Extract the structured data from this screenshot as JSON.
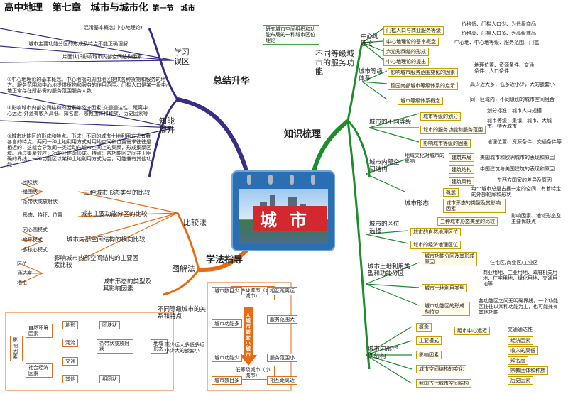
{
  "title": {
    "main": "高中地理　第七章　城市与城市化",
    "section": "第一节　城市"
  },
  "center": {
    "label": "城市"
  },
  "branches": {
    "summary": "总结升华",
    "knowledge": "知识梳理",
    "method": "学法指导"
  },
  "summary": {
    "misconceptions_label": "学习误区",
    "misconceptions": [
      "混淆基本概念(中心地理论)",
      "城市主要功能分区的形成及特点不能正确理解",
      "片面认识影响城市内部空间结构因素"
    ],
    "ability_label": "知能提升",
    "ability": [
      "①中心地理论的基本概念。中心地指向周围地区提供各种货物和服务的地方。服务范围和中心地提供货物和服务的作用范围。门槛人口是某一级中心地正常存在所必需的服务范围服务人数",
      "②影响城市内部空间结构的因素除经济因素(交通通达性、距离中心远近)外还有收入高低、知名度、宗教团体和种族、历史因素等",
      "③城市功能区的形成和特点。形成：不同的城市土地利用方式有着各自的特点。两同一种土地利用方式对用地空间和位置需求往往是相近的，这就会导致同一类活动在城市空间上的集聚，形成集聚区域。通过集聚效应，功能区逐渐形成。特点：各功能区之间并无明确的界线；一种功能区以某种土地利用方式为主，可能兼有其他功能"
    ]
  },
  "compare": {
    "label": "比较法",
    "shapes_title": "三种城市形态类型的比较",
    "shapes": [
      "团块状",
      "组团状",
      "条带状或放射状"
    ],
    "function_title": "城市主要功能分区的比较",
    "function_items": "形态、特征、位置",
    "structure_title": "城市内部空间结构的横向比较",
    "structure_items": [
      "同心圆模式",
      "扇形模式",
      "多核心模式"
    ],
    "factors_title": "影响城市内部空间结构的主要因素比较",
    "factors_items": [
      "区位",
      "通达度",
      "地租"
    ]
  },
  "graph": {
    "label": "图解法",
    "shape_title": "城市形态的类型及其影响因素",
    "relation_title": "不同等级城市的关系和特点",
    "influence_label": "影响因素",
    "nature_label": "自然环境因素",
    "social_label": "社会经济因素",
    "nature_items": [
      "地形",
      "河流"
    ],
    "social_items": [
      "交通",
      "其他"
    ],
    "form_label": "地域形态",
    "form_items": [
      "团块状",
      "条带状或放射状",
      "组团状"
    ],
    "high_city": "高等级城市（大城市）",
    "low_city": "低等级城市（小城市）",
    "arrow_text": "大城市嵌套小城市",
    "high_left": [
      "城市数目少",
      "城市功能多"
    ],
    "high_right": [
      "相互距离远",
      "服务范围大"
    ],
    "low_left": [
      "城市功能少",
      "城市数目多"
    ],
    "low_right": [
      "服务范围小",
      "相互距离近"
    ],
    "note": "高少远大多低多近小少大的嵌套小"
  },
  "knowledge": {
    "service_title": "不同等级城市的服务功能",
    "central_place": "中心地理论",
    "central_note": "研究城市空间组织和功能布局的一种城市区位理论",
    "central_items": [
      "门槛人口与商业服务等级",
      "中心地理论的基本概念",
      "六边形网络的形成",
      "中心地理论的提出"
    ],
    "threshold_notes": [
      "价格低、门槛人口少、为低级商品",
      "价格高、门槛人口多、为高级商品"
    ],
    "concept_note": "中心地、中心地等级、服务范围、门槛",
    "hierarchy": "城市等级体系",
    "hierarchy_items": [
      "影响城市服务范围变化的因素",
      "德国南部城市等级体系的启示",
      "城市等级体系概念"
    ],
    "hierarchy_notes": [
      "地理位置、资源条件、交通条件、人口条件",
      "高少近大多，低多近小少，大的嵌套小",
      "同一区域内，不同级别的城市空间组合"
    ],
    "diff_title": "城市的不同等级",
    "diff_items": [
      "城市等级的划分",
      "城市的服务功能和服务范围",
      "影响城市等级的因素"
    ],
    "diff_notes": [
      "划分标准：城市人口规模",
      "城市等级：集镇、城市、大城市、特大城市",
      "地理位置、资源条件、交通条件等"
    ],
    "inner_title": "城市内部空间结构",
    "culture": "地域文化对城市的影响",
    "culture_items": [
      "建筑布局",
      "建筑结构",
      "建筑风格"
    ],
    "culture_notes": [
      "美国城市和欧洲城市的表现和原因",
      "中国建筑与美国建筑的表现和原因",
      "东西方国家的差异及原因"
    ],
    "shape_title": "城市形态",
    "shape_items": [
      "概念",
      "城市形态的类型及其影响因素",
      "三种城市形态类型的比较"
    ],
    "shape_notes": [
      "每个城市总是占据一定的空间，有着特定的外部轮廓和形状",
      "影响因素、地域形态及主要优缺点"
    ],
    "location": "城市的区位选择",
    "location_items": [
      "城市的自然地理区位",
      "城市的经济地理区位"
    ],
    "landuse": "城市土地利用类型和功能分区",
    "landuse_items": [
      "城市功能分区及其形成原因",
      "城市土地利用类型",
      "城市功能区的形成和特点"
    ],
    "landuse_notes": [
      "住宅区/商业区/工业区",
      "商业用地、工业用地、政府机关用地、住宅用地、绿化用地、交通用地等",
      "各功能区之间无明确界线，一个功能区往往以某种功能为主，也可能兼有其他功能"
    ],
    "structure2": "城市内部空间结构",
    "structure2_items": [
      "概念",
      "主要模式",
      "影响因素",
      "城市空间结构的变化",
      "我国古代城市空间结构"
    ],
    "factor_notes": [
      "距市中心远近",
      "交通通达性",
      "经济因素",
      "收入的高低",
      "知名度",
      "宗教团体和种族",
      "历史因素"
    ]
  }
}
